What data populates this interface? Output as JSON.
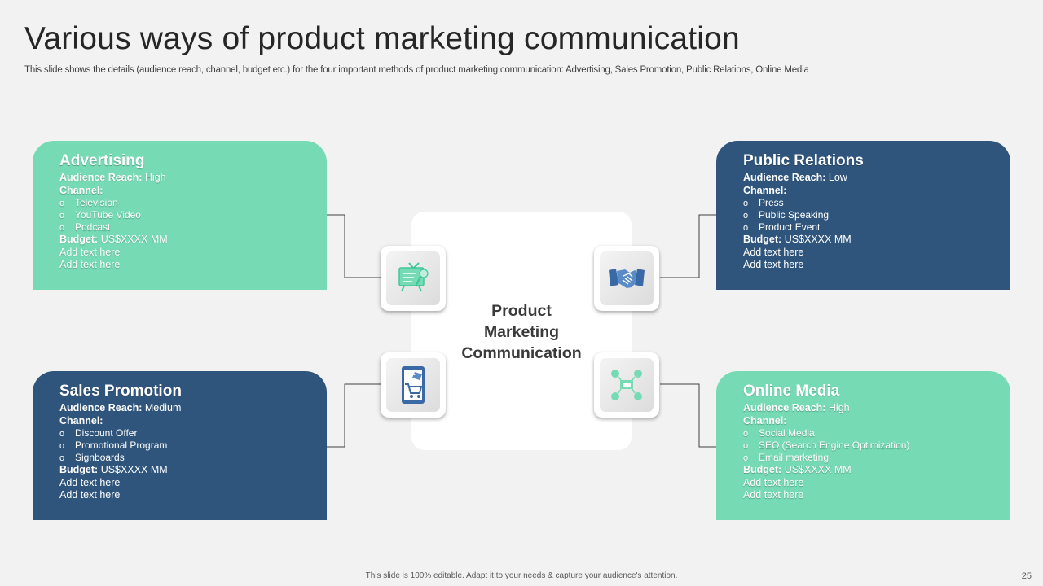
{
  "slide": {
    "title": "Various ways of product marketing communication",
    "subtitle": "This slide shows the details (audience reach, channel, budget etc.) for the four important methods of product marketing communication: Advertising, Sales Promotion, Public Relations, Online Media",
    "footer": "This slide is 100% editable.  Adapt it to your needs & capture your audience's attention.",
    "page_number": "25"
  },
  "colors": {
    "teal": "#76dbb5",
    "navy": "#30557c",
    "background": "#f2f2f2"
  },
  "center": {
    "line1": "Product",
    "line2": "Marketing",
    "line3": "Communication"
  },
  "labels": {
    "audience_reach": "Audience Reach:",
    "channel": "Channel:",
    "budget": "Budget:",
    "bullet": "o"
  },
  "cards": [
    {
      "title": "Advertising",
      "audience": " High",
      "channels": [
        "Television",
        "YouTube Video",
        "Podcast"
      ],
      "budget": " US$XXXX  MM",
      "extra1": "Add text here",
      "extra2": "Add text here",
      "icon": "television-icon"
    },
    {
      "title": "Public Relations",
      "audience": " Low",
      "channels": [
        "Press",
        "Public Speaking",
        "Product Event"
      ],
      "budget": " US$XXXX  MM",
      "extra1": "Add text here",
      "extra2": "Add text here",
      "icon": "handshake-icon"
    },
    {
      "title": "Sales Promotion",
      "audience": " Medium",
      "channels": [
        "Discount Offer",
        "Promotional Program",
        "Signboards"
      ],
      "budget": " US$XXXX  MM",
      "extra1": "Add text here",
      "extra2": "Add text here",
      "icon": "shopping-cart-icon"
    },
    {
      "title": "Online Media",
      "audience": " High",
      "channels": [
        "Social Media",
        "SEO (Search Engine Optimization)",
        "Email marketing"
      ],
      "budget": " US$XXXX  MM",
      "extra1": "Add text here",
      "extra2": "Add text here",
      "icon": "social-network-icon"
    }
  ]
}
